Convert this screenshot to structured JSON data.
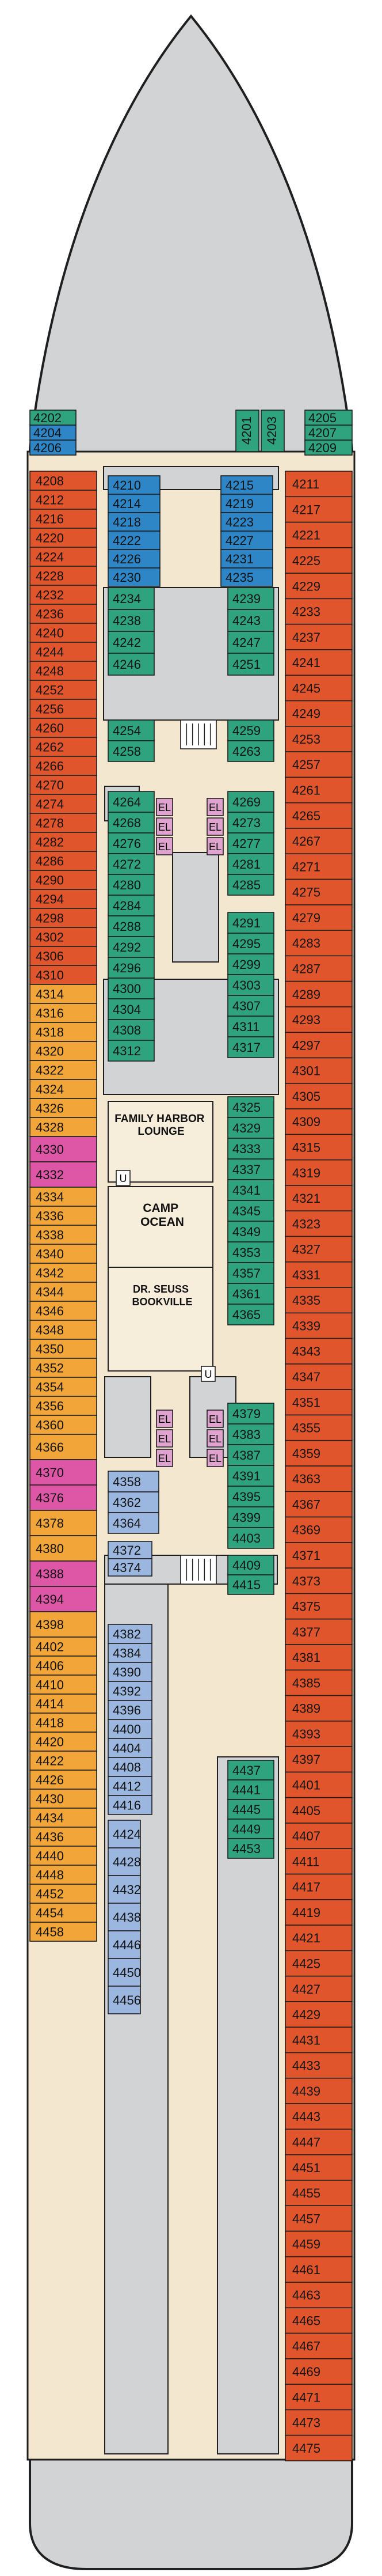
{
  "colors": {
    "hull": "#d2d3d5",
    "interior": "#f4e7cf",
    "outline": "#1f1f1f",
    "ocean_suite": "#e0552c",
    "balcony": "#e0552c",
    "ocean_view": "#f2a63a",
    "cove_balcony": "#de57a7",
    "interior_cabin": "#2f86c6",
    "interior_family": "#9bb7e0",
    "deluxe": "#2ea37e",
    "elevator": "#e0a3cf"
  },
  "venues": {
    "family_harbor": "FAMILY HARBOR\nLOUNGE",
    "camp_ocean": "CAMP\nOCEAN",
    "seuss": "DR. SEUSS\nBOOKVILLE",
    "elevator_label": "EL",
    "u_label": "U"
  },
  "cabins": {
    "top_left": [
      "4202",
      "4204",
      "4206"
    ],
    "top_left_marks": [
      "",
      "+",
      "+"
    ],
    "top_right": [
      "4205",
      "4207",
      "4209"
    ],
    "top_right_marks": [
      "",
      "+",
      "+"
    ],
    "top_center": [
      "4201",
      "4203"
    ],
    "left_col": [
      "4208",
      "4212",
      "4216",
      "4220",
      "4224",
      "4228",
      "4232",
      "4236",
      "4240",
      "4244",
      "4248",
      "4252",
      "4256",
      "4260",
      "4262",
      "4266",
      "4270",
      "4274",
      "4278",
      "4282",
      "4286",
      "4290",
      "4294",
      "4298",
      "4302",
      "4306",
      "4310",
      "4314",
      "4316",
      "4318",
      "4320",
      "4322",
      "4324",
      "4326",
      "4328",
      "4330",
      "4332",
      "4334",
      "4336",
      "4338",
      "4340",
      "4342",
      "4344",
      "4346",
      "4348",
      "4350",
      "4352",
      "4354",
      "4356",
      "4360",
      "4366",
      "4370",
      "4376",
      "4378",
      "4380",
      "4388",
      "4394",
      "4398",
      "4402",
      "4406",
      "4410",
      "4414",
      "4418",
      "4420",
      "4422",
      "4426",
      "4430",
      "4434",
      "4436",
      "4440",
      "4448",
      "4452",
      "4454",
      "4458"
    ],
    "right_col": [
      "4211",
      "4217",
      "4221",
      "4225",
      "4229",
      "4233",
      "4237",
      "4241",
      "4245",
      "4249",
      "4253",
      "4257",
      "4261",
      "4265",
      "4267",
      "4271",
      "4275",
      "4279",
      "4283",
      "4287",
      "4289",
      "4293",
      "4297",
      "4301",
      "4305",
      "4309",
      "4315",
      "4319",
      "4321",
      "4323",
      "4327",
      "4331",
      "4335",
      "4339",
      "4343",
      "4347",
      "4351",
      "4355",
      "4359",
      "4363",
      "4367",
      "4369",
      "4371",
      "4373",
      "4375",
      "4377",
      "4381",
      "4385",
      "4389",
      "4393",
      "4397",
      "4401",
      "4405",
      "4407",
      "4411",
      "4417",
      "4419",
      "4421",
      "4425",
      "4427",
      "4429",
      "4431",
      "4433",
      "4439",
      "4443",
      "4447",
      "4451",
      "4455",
      "4457",
      "4459",
      "4461",
      "4463",
      "4465",
      "4467",
      "4469",
      "4471",
      "4473",
      "4475"
    ],
    "inner_left_blue": [
      "4210",
      "4214",
      "4218",
      "4222",
      "4226",
      "4230"
    ],
    "inner_left_green_a": [
      "4234",
      "4238",
      "4242",
      "4246"
    ],
    "inner_left_green_b": [
      "4254",
      "4258"
    ],
    "inner_left_green_c": [
      "4264",
      "4268",
      "4276",
      "4272",
      "4280",
      "4284",
      "4288",
      "4292",
      "4296",
      "4300",
      "4304",
      "4308",
      "4312"
    ],
    "inner_left_family": [
      "4358",
      "4362",
      "4364"
    ],
    "inner_left_blue_b": [
      "4372",
      "4374"
    ],
    "inner_left_family_b": [
      "4382",
      "4384",
      "4390",
      "4392",
      "4396",
      "4400",
      "4404",
      "4408",
      "4412",
      "4416"
    ],
    "inner_left_family_c": [
      "4424",
      "4428",
      "4432",
      "4438",
      "4446",
      "4450",
      "4456"
    ],
    "inner_right_blue": [
      "4215",
      "4219",
      "4223",
      "4227",
      "4231",
      "4235"
    ],
    "inner_right_green_a": [
      "4239",
      "4243",
      "4247",
      "4251"
    ],
    "inner_right_green_b": [
      "4259",
      "4263"
    ],
    "inner_right_green_c": [
      "4269",
      "4273",
      "4277",
      "4281",
      "4285"
    ],
    "inner_right_green_d": [
      "4291",
      "4295",
      "4299",
      "4303",
      "4307",
      "4311",
      "4317"
    ],
    "inner_right_green_e": [
      "4325",
      "4329",
      "4333",
      "4337",
      "4341",
      "4345",
      "4349",
      "4353",
      "4357",
      "4361",
      "4365"
    ],
    "inner_right_green_f": [
      "4379",
      "4383",
      "4387",
      "4391",
      "4395",
      "4399",
      "4403"
    ],
    "inner_right_green_g": [
      "4409",
      "4415"
    ],
    "inner_right_green_h": [
      "4437",
      "4441",
      "4445",
      "4449",
      "4453"
    ]
  }
}
